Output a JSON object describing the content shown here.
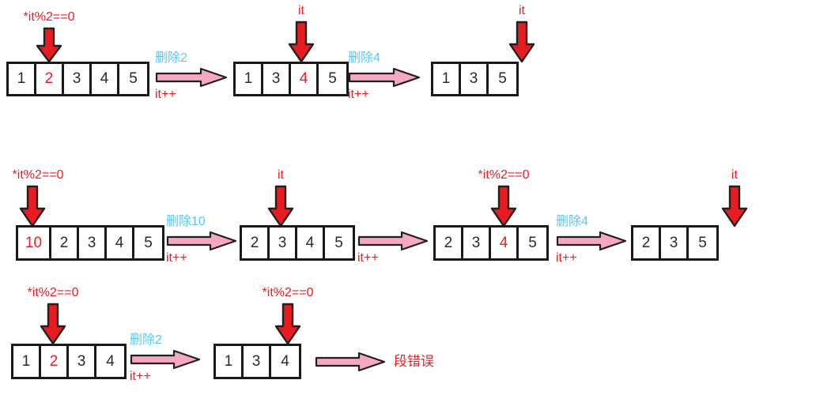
{
  "diagram": {
    "title": "vector erase iterator invalidation illustration",
    "colors": {
      "pointer_red": "#ee1c25",
      "delete_label_blue": "#5bc8ec",
      "arrow_pink_fill": "#f5a8c0",
      "box_border": "#1a1a1a",
      "cell_text": "#2b2b2b",
      "background": "#ffffff"
    },
    "rows": [
      {
        "id": "row-1",
        "arrays": [
          {
            "id": "row1-array-1",
            "cells": [
              "1",
              "2",
              "3",
              "4",
              "5"
            ],
            "highlight_index": 1,
            "pointer": {
              "label": "*it%2==0",
              "cell_index": 1
            }
          },
          {
            "id": "row1-array-2",
            "cells": [
              "1",
              "3",
              "4",
              "5"
            ],
            "highlight_index": 2,
            "pointer": {
              "label": "it",
              "cell_index": 2
            }
          },
          {
            "id": "row1-array-3",
            "cells": [
              "1",
              "3",
              "5"
            ],
            "highlight_index": -1,
            "pointer": {
              "label": "it",
              "cell_index": 3
            }
          }
        ],
        "transitions": [
          {
            "id": "row1-trans-1",
            "top": "删除2",
            "bottom": "it++"
          },
          {
            "id": "row1-trans-2",
            "top": "删除4",
            "bottom": "it++"
          }
        ]
      },
      {
        "id": "row-2",
        "arrays": [
          {
            "id": "row2-array-1",
            "cells": [
              "10",
              "2",
              "3",
              "4",
              "5"
            ],
            "highlight_index": 0,
            "pointer": {
              "label": "*it%2==0",
              "cell_index": 0
            }
          },
          {
            "id": "row2-array-2",
            "cells": [
              "2",
              "3",
              "4",
              "5"
            ],
            "highlight_index": -1,
            "pointer": {
              "label": "it",
              "cell_index": 1
            }
          },
          {
            "id": "row2-array-3",
            "cells": [
              "2",
              "3",
              "4",
              "5"
            ],
            "highlight_index": 2,
            "pointer": {
              "label": "*it%2==0",
              "cell_index": 2
            }
          },
          {
            "id": "row2-array-4",
            "cells": [
              "2",
              "3",
              "5"
            ],
            "highlight_index": -1,
            "pointer": {
              "label": "it",
              "cell_index": 3
            }
          }
        ],
        "transitions": [
          {
            "id": "row2-trans-1",
            "top": "删除10",
            "bottom": "it++"
          },
          {
            "id": "row2-trans-2",
            "top": "",
            "bottom": "it++"
          },
          {
            "id": "row2-trans-3",
            "top": "删除4",
            "bottom": "it++"
          }
        ]
      },
      {
        "id": "row-3",
        "arrays": [
          {
            "id": "row3-array-1",
            "cells": [
              "1",
              "2",
              "3",
              "4"
            ],
            "highlight_index": 1,
            "pointer": {
              "label": "*it%2==0",
              "cell_index": 1
            }
          },
          {
            "id": "row3-array-2",
            "cells": [
              "1",
              "3",
              "4"
            ],
            "highlight_index": -1,
            "pointer": {
              "label": "*it%2==0",
              "cell_index": 2
            }
          }
        ],
        "transitions": [
          {
            "id": "row3-trans-1",
            "top": "删除2",
            "bottom": "it++"
          },
          {
            "id": "row3-trans-2",
            "top": "",
            "bottom": ""
          }
        ],
        "result_note": "段错误"
      }
    ]
  },
  "r1": {
    "a1": {
      "c0": "1",
      "c1": "2",
      "c2": "3",
      "c3": "4",
      "c4": "5",
      "ptr": "*it%2==0"
    },
    "a2": {
      "c0": "1",
      "c1": "3",
      "c2": "4",
      "c3": "5",
      "ptr": "it"
    },
    "a3": {
      "c0": "1",
      "c1": "3",
      "c2": "5",
      "ptr": "it"
    },
    "t1": {
      "top": "删除2",
      "bot": "it++"
    },
    "t2": {
      "top": "删除4",
      "bot": "it++"
    }
  },
  "r2": {
    "a1": {
      "c0": "10",
      "c1": "2",
      "c2": "3",
      "c3": "4",
      "c4": "5",
      "ptr": "*it%2==0"
    },
    "a2": {
      "c0": "2",
      "c1": "3",
      "c2": "4",
      "c3": "5",
      "ptr": "it"
    },
    "a3": {
      "c0": "2",
      "c1": "3",
      "c2": "4",
      "c3": "5",
      "ptr": "*it%2==0"
    },
    "a4": {
      "c0": "2",
      "c1": "3",
      "c2": "5",
      "ptr": "it"
    },
    "t1": {
      "top": "删除10",
      "bot": "it++"
    },
    "t2": {
      "top": "",
      "bot": "it++"
    },
    "t3": {
      "top": "删除4",
      "bot": "it++"
    }
  },
  "r3": {
    "a1": {
      "c0": "1",
      "c1": "2",
      "c2": "3",
      "c3": "4",
      "ptr": "*it%2==0"
    },
    "a2": {
      "c0": "1",
      "c1": "3",
      "c2": "4",
      "ptr": "*it%2==0"
    },
    "t1": {
      "top": "删除2",
      "bot": "it++"
    },
    "note": "段错误"
  }
}
